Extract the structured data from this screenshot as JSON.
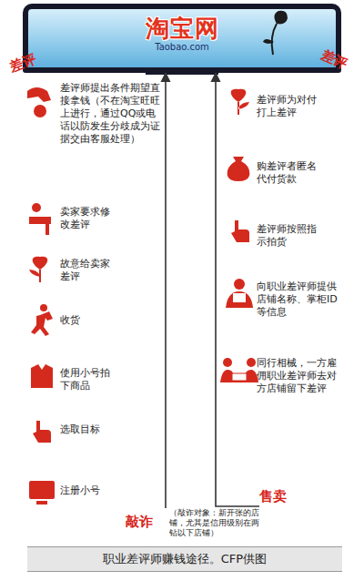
{
  "diagram": {
    "caption": "职业差评师赚钱途径。CFP供图",
    "nodes": [
      {
        "text": [
          "淘宝网",
          "Taobao.com"
        ]
      },
      {
        "text": [
          "敲诈",
          "（敲诈对象：新开张的店铺，尤其是信用级别在两钻以下店铺）"
        ]
      },
      {
        "text": [
          "售卖"
        ]
      }
    ],
    "edges": [
      {
        "from": 1,
        "to": 0,
        "arrow": "to"
      },
      {
        "from": 2,
        "to": 0,
        "arrow": "to"
      }
    ],
    "labels": [
      "差评",
      "差评",
      "差评师提出条件期望直接拿钱（不在淘宝旺旺上进行，通过QQ或电话以防发生分歧成为证据交由客服处理）",
      "卖家要求修改差评",
      "故意给卖家差评",
      "收货",
      "使用小号拍下商品",
      "选取目标",
      "注册小号",
      "差评师为对付打上差评",
      "购差评者匿名代付货款",
      "差评师按照指示拍货",
      "向职业差评师提供店铺名称、掌柜ID等信息",
      "同行相械，一方雇佣职业差评师去对方店铺留下差评"
    ]
  }
}
